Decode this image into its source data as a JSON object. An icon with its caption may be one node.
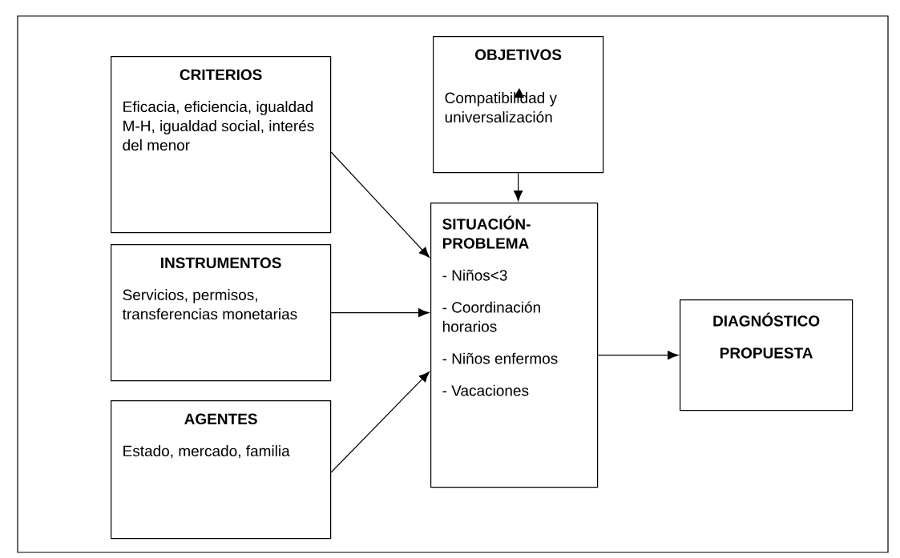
{
  "diagram": {
    "nodes": [
      {
        "text": [
          "CRITERIOS",
          "Eficacia, eficiencia, igualdad M-H, igualdad social, interés del menor"
        ]
      },
      {
        "text": [
          "INSTRUMENTOS",
          "Servicios, permisos, transferencias monetarias"
        ]
      },
      {
        "text": [
          "AGENTES",
          "Estado, mercado, familia"
        ]
      },
      {
        "text": [
          "OBJETIVOS",
          "Compatibilidad y universalización"
        ]
      },
      {
        "text": [
          "SITUACIÓN-PROBLEMA",
          "- Niños<3",
          "- Coordinación horarios",
          "- Niños enfermos",
          "- Vacaciones"
        ]
      },
      {
        "text": [
          "DIAGNÓSTICO",
          "PROPUESTA"
        ]
      }
    ],
    "edges": [
      {
        "from": 0,
        "to": 4,
        "arrow": "to"
      },
      {
        "from": 1,
        "to": 4,
        "arrow": "to"
      },
      {
        "from": 2,
        "to": 4,
        "arrow": "to"
      },
      {
        "from": 3,
        "to": 4,
        "arrow": "to"
      },
      {
        "from": 4,
        "to": 5,
        "arrow": "to"
      }
    ]
  }
}
